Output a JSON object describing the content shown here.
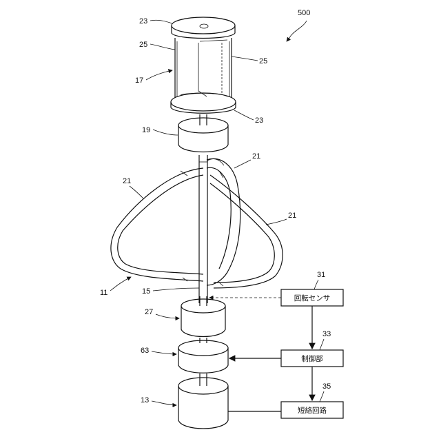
{
  "figure_number": "500",
  "blocks": {
    "rotation_sensor": {
      "ref": "31",
      "label": "回転センサ"
    },
    "control_unit": {
      "ref": "33",
      "label": "制御部"
    },
    "short_circuit": {
      "ref": "35",
      "label": "短絡回路"
    }
  },
  "refs": {
    "cap_top": "23",
    "cap_bottom": "23",
    "wall_left": "25",
    "wall_right": "25",
    "housing": "17",
    "bearing": "19",
    "blade_upper_right": "21",
    "blade_left": "21",
    "blade_right": "21",
    "rotor": "11",
    "shaft": "15",
    "part_27": "27",
    "part_63": "63",
    "generator": "13"
  }
}
